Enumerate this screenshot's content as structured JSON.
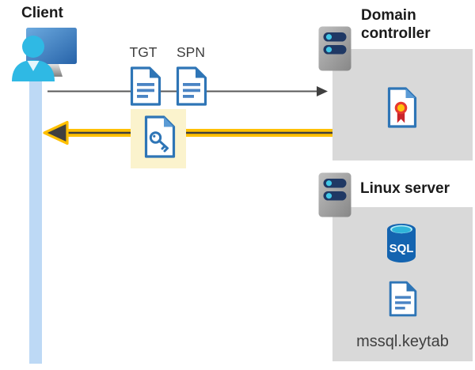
{
  "diagram": {
    "client": {
      "label": "Client",
      "icon": "client-user-monitor-icon"
    },
    "request_flow": {
      "labels": [
        "TGT",
        "SPN"
      ],
      "icons": [
        "document-icon",
        "document-icon"
      ],
      "arrow": "thin gray arrow from client timeline to domain controller"
    },
    "response_flow": {
      "icon": "document-key-icon",
      "arrow": "bold yellow arrow from domain controller back to client timeline"
    },
    "domain_controller": {
      "label": "Domain controller",
      "icons": [
        "server-icon",
        "certificate-icon"
      ]
    },
    "linux_server": {
      "label": "Linux server",
      "icons": [
        "server-icon",
        "sql-database-icon",
        "document-icon"
      ],
      "sql_label": "SQL",
      "file_label": "mssql.keytab"
    }
  },
  "colors": {
    "panel_gray": "#D9D9D9",
    "timeline_blue": "#BDD9F5",
    "highlight_box": "#FBF3CD",
    "highlight_yellow": "#FFC000",
    "arrow_gray": "#595959",
    "arrow_dark": "#404040",
    "doc_border_blue": "#2E75B6",
    "doc_line_blue": "#4A84C4",
    "person_cyan": "#2FB9E4",
    "server_pill_navy": "#1F3864",
    "server_dot_cyan": "#41C8E8",
    "cert_red": "#E8392E",
    "cert_yellow": "#FFC10D",
    "ribbon_red": "#C9252B",
    "sql_body_blue": "#1464B0",
    "sql_top_cyan": "#2FB4D9"
  }
}
